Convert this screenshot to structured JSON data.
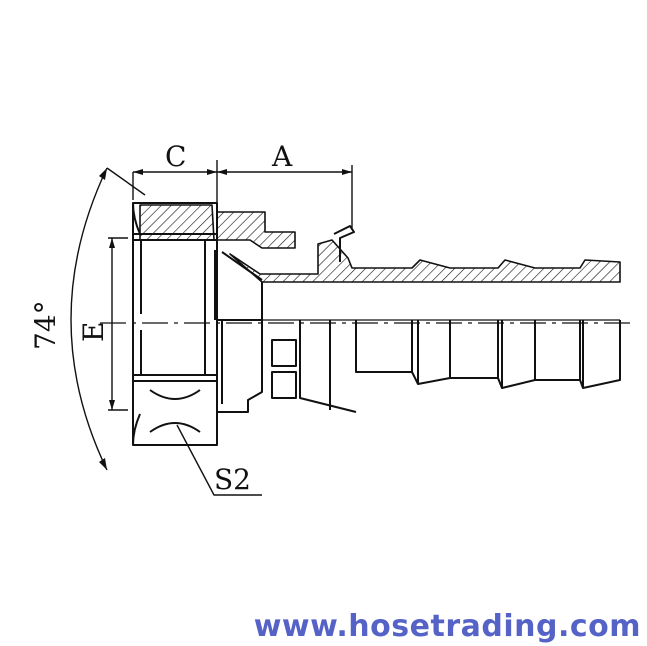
{
  "labels": {
    "dim_c": "C",
    "dim_a": "A",
    "dim_e": "E",
    "angle": "74°",
    "hex": "S2"
  },
  "watermark": "www.hosetrading.com",
  "colors": {
    "line": "#111111",
    "watermark": "#5563c7"
  }
}
